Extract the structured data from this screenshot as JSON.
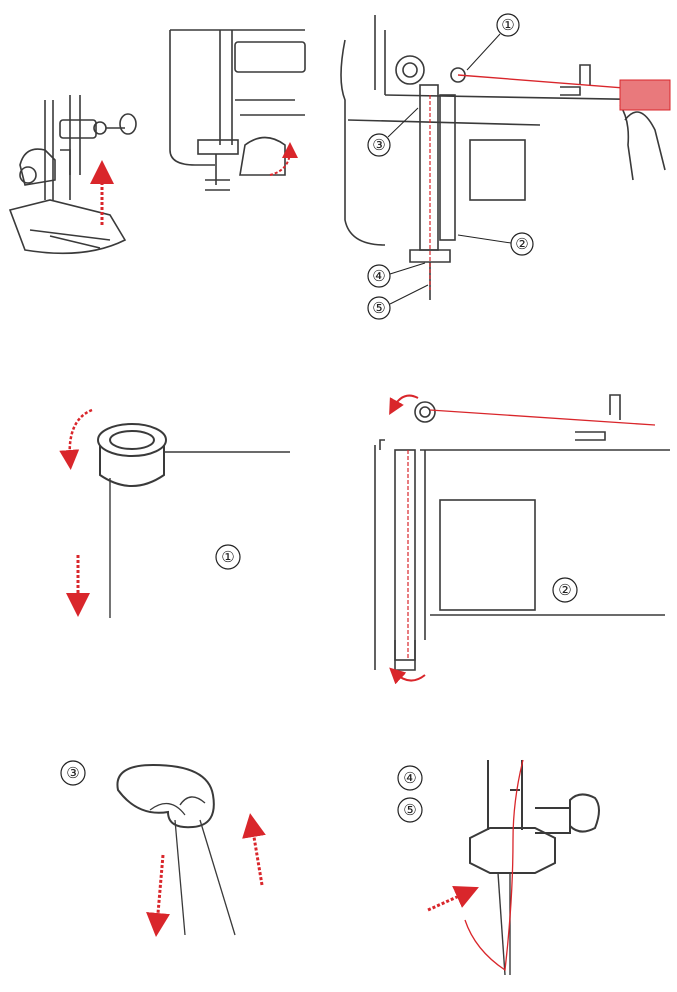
{
  "callouts": {
    "c1": "①",
    "c2": "②",
    "c3": "③",
    "c4": "④",
    "c5": "⑤"
  },
  "colors": {
    "line": "#3a3a3a",
    "thread": "#d9262b"
  }
}
